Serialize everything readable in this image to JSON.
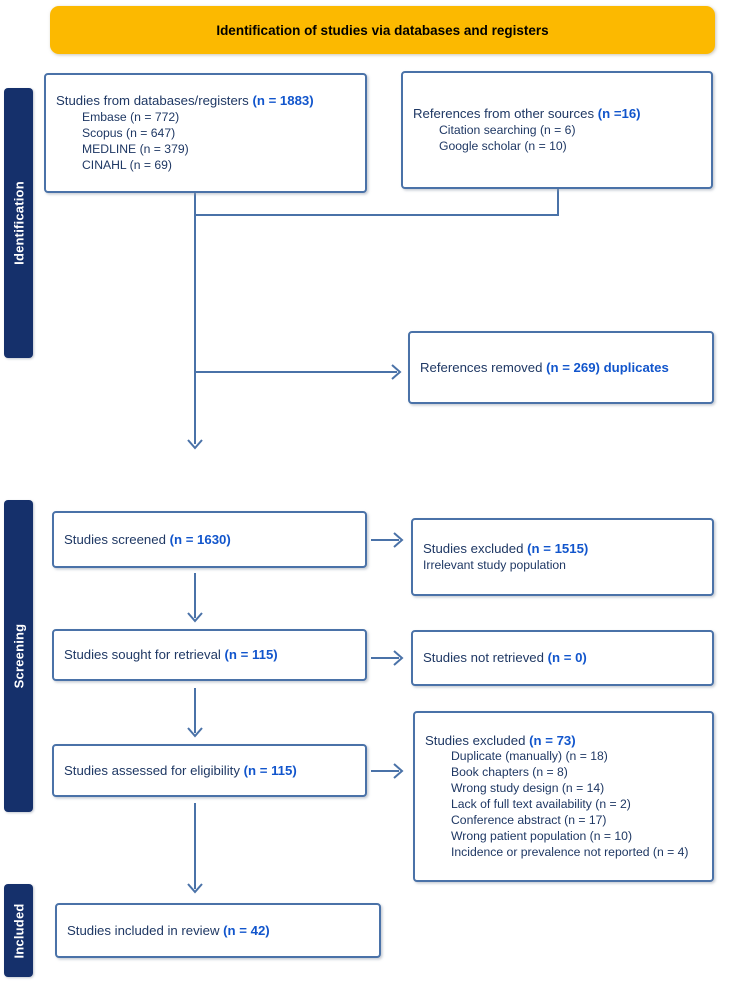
{
  "colors": {
    "banner_bg": "#fcb900",
    "stage_bar_bg": "#15306b",
    "box_border": "#4a72a8",
    "text_navy": "#1f3864",
    "count_blue": "#1155cc",
    "connector": "#4a72a8"
  },
  "banner": {
    "title": "Identification of studies via databases and registers"
  },
  "stages": [
    {
      "key": "identification",
      "label": "Identification"
    },
    {
      "key": "screening",
      "label": "Screening"
    },
    {
      "key": "included",
      "label": "Included"
    }
  ],
  "boxes": {
    "databases": {
      "title_text": "Studies from databases/registers ",
      "title_count": "(n = 1883)",
      "items": [
        "Embase (n = 772)",
        "Scopus (n = 647)",
        "MEDLINE (n = 379)",
        "CINAHL (n = 69)"
      ]
    },
    "other_sources": {
      "title_text": "References from other sources ",
      "title_count": "(n =16)",
      "items": [
        "Citation searching (n = 6)",
        "Google scholar (n = 10)"
      ]
    },
    "duplicates_removed": {
      "title_text": "References removed ",
      "title_count": "(n = 269) duplicates",
      "items": []
    },
    "screened": {
      "title_text": "Studies screened ",
      "title_count": "(n = 1630)",
      "items": []
    },
    "excluded_screening": {
      "title_text": "Studies excluded ",
      "title_count": "(n = 1515)",
      "items": [
        "Irrelevant study population"
      ]
    },
    "sought_retrieval": {
      "title_text": "Studies sought for retrieval ",
      "title_count": "(n = 115)",
      "items": []
    },
    "not_retrieved": {
      "title_text": "Studies not retrieved ",
      "title_count": "(n = 0)",
      "items": []
    },
    "assessed_eligibility": {
      "title_text": "Studies assessed for eligibility ",
      "title_count": "(n = 115)",
      "items": []
    },
    "excluded_eligibility": {
      "title_text": "Studies excluded ",
      "title_count": "(n = 73)",
      "items": [
        "Duplicate (manually) (n = 18)",
        "Book chapters (n = 8)",
        "Wrong study design (n = 14)",
        "Lack of full text availability (n = 2)",
        "Conference abstract (n = 17)",
        "Wrong patient population (n = 10)",
        "Incidence or prevalence not reported (n = 4)"
      ]
    },
    "included_review": {
      "title_text": "Studies included in review ",
      "title_count": "(n = 42)",
      "items": []
    }
  }
}
